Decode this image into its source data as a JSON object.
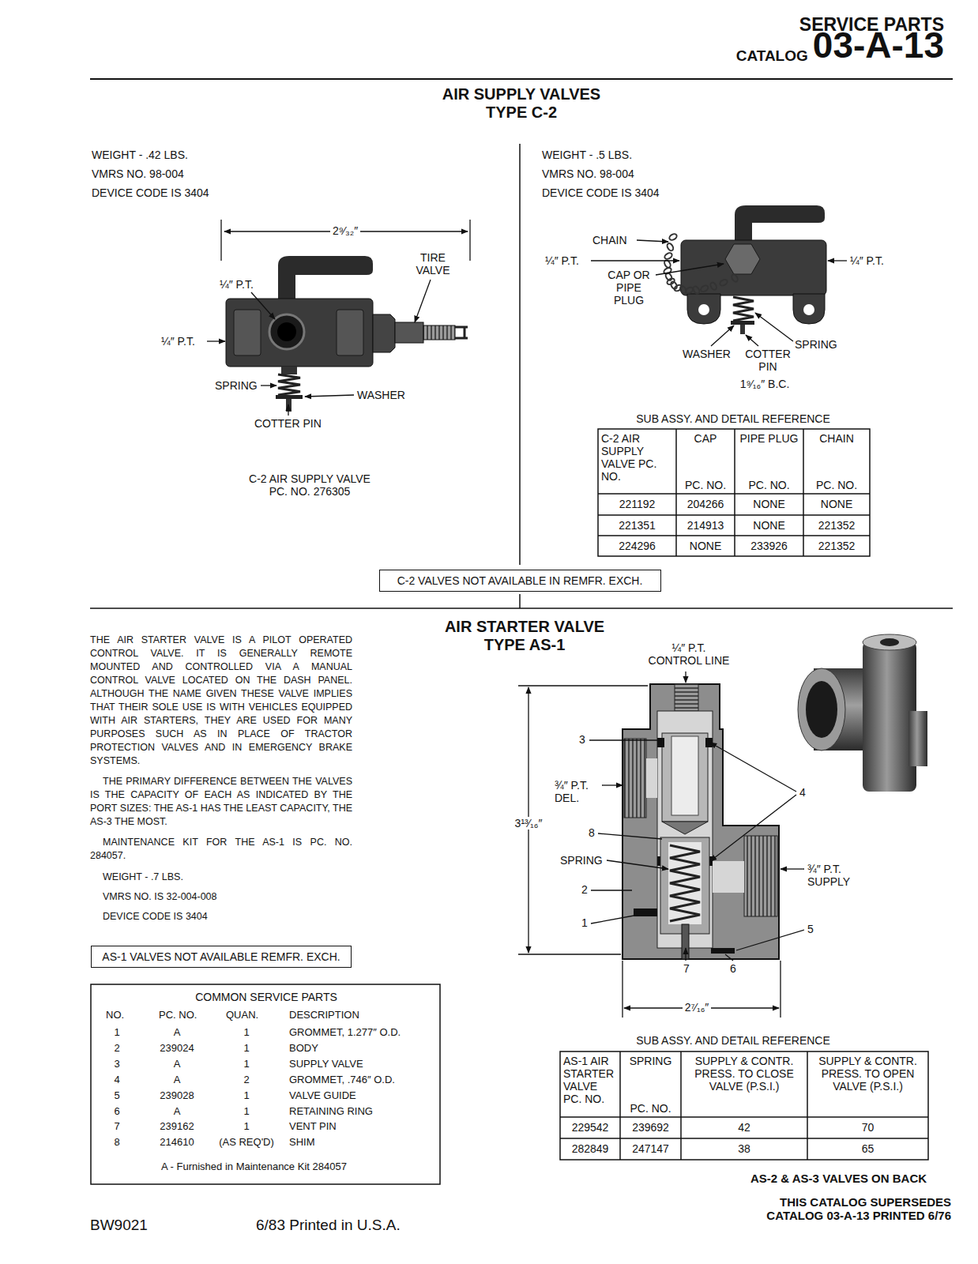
{
  "diagram": {
    "title": "AIR SUPPLY VALVES TYPE C-2",
    "nodes": [
      {
        "text": [
          "C-2 VALVES NOT AVAILABLE IN REMFR. EXCH."
        ]
      },
      {
        "text": [
          "AS-1 VALVES NOT AVAILABLE REMFR. EXCH."
        ]
      }
    ],
    "labels": [
      "SERVICE PARTS",
      "CATALOG",
      "03-A-13",
      "WEIGHT - .42 LBS.",
      "VMRS NO. 98-004",
      "DEVICE CODE IS 3404",
      "2⁹⁄₃₂″",
      "TIRE VALVE",
      "¼″ P.T.",
      "¼″ P.T.",
      "SPRING",
      "WASHER",
      "COTTER PIN",
      "C-2 AIR SUPPLY VALVE PC. NO. 276305",
      "WEIGHT - .5 LBS.",
      "VMRS NO. 98-004",
      "DEVICE CODE IS 3404",
      "CHAIN",
      "¼″ P.T.",
      "CAP OR PIPE PLUG",
      "¼″ P.T.",
      "WASHER",
      "COTTER PIN",
      "SPRING",
      "1⁹⁄₁₆″ B.C.",
      "SUB ASSY. AND DETAIL REFERENCE",
      "C-2 AIR SUPPLY VALVE PC. NO.",
      "CAP",
      "PC. NO.",
      "PIPE PLUG",
      "PC. NO.",
      "CHAIN",
      "PC. NO.",
      "221192",
      "204266",
      "NONE",
      "NONE",
      "221351",
      "214913",
      "NONE",
      "221352",
      "224296",
      "NONE",
      "233926",
      "221352",
      "AIR STARTER VALVE TYPE AS-1",
      "¼″ P.T. CONTROL LINE",
      "3",
      "¾″ P.T. DEL.",
      "3¹³⁄₁₆″",
      "8",
      "SPRING",
      "2",
      "1",
      "4",
      "¾″ P.T. SUPPLY",
      "5",
      "7",
      "6",
      "2⁷⁄₁₆″",
      "SUB ASSY. AND DETAIL REFERENCE",
      "AS-1 AIR STARTER VALVE PC. NO.",
      "SPRING",
      "PC. NO.",
      "SUPPLY & CONTR. PRESS. TO CLOSE VALVE (P.S.I.)",
      "SUPPLY & CONTR. PRESS. TO OPEN VALVE (P.S.I.)",
      "229542",
      "239692",
      "42",
      "70",
      "282849",
      "247147",
      "38",
      "65",
      "AS-2 & AS-3 VALVES ON BACK",
      "THIS CATALOG SUPERSEDES CATALOG 03-A-13 PRINTED 6/76",
      "BW9021",
      "6/83 Printed in U.S.A.",
      "THE AIR STARTER VALVE IS A PILOT OPERATED CONTROL VALVE. IT IS GENERALLY REMOTE MOUNTED AND CONTROLLED VIA A MANUAL CONTROL VALVE LOCATED ON THE DASH PANEL. ALTHOUGH THE NAME GIVEN THESE VALVE IMPLIES THAT THEIR SOLE USE IS WITH VEHICLES EQUIPPED WITH AIR STARTERS, THEY ARE USED FOR MANY PURPOSES SUCH AS IN PLACE OF TRACTOR PROTECTION VALVES AND IN EMERGENCY BRAKE SYSTEMS.",
      "THE PRIMARY DIFFERENCE BETWEEN THE VALVES IS THE CAPACITY OF EACH AS INDICATED BY THE PORT SIZES: THE AS-1 HAS THE LEAST CAPACITY, THE AS-3 THE MOST.",
      "MAINTENANCE KIT FOR THE AS-1 IS PC. NO. 284057.",
      "WEIGHT - .7 LBS.",
      "VMRS NO. IS 32-004-008",
      "DEVICE CODE IS 3404",
      "COMMON SERVICE PARTS",
      "NO.",
      "PC. NO.",
      "QUAN.",
      "DESCRIPTION",
      "1",
      "A",
      "1",
      "GROMMET, 1.277″ O.D.",
      "2",
      "239024",
      "1",
      "BODY",
      "3",
      "A",
      "1",
      "SUPPLY VALVE",
      "4",
      "A",
      "2",
      "GROMMET, .746″ O.D.",
      "5",
      "239028",
      "1",
      "VALVE GUIDE",
      "6",
      "A",
      "1",
      "RETAINING RING",
      "7",
      "239162",
      "1",
      "VENT PIN",
      "8",
      "214610",
      "(AS REQ'D)",
      "SHIM",
      "A - Furnished in Maintenance Kit 284057"
    ]
  }
}
